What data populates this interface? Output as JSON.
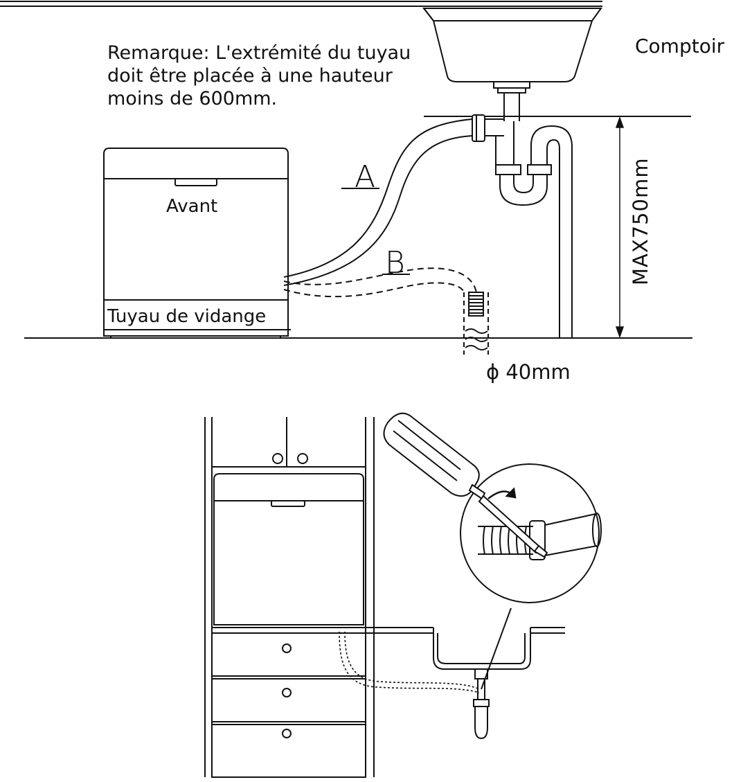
{
  "note": {
    "line1": "Remarque: L'extrémité du tuyau",
    "line2": "doit être placée à une hauteur",
    "line3": "moins de 600mm."
  },
  "labels": {
    "countertop": "Comptoir",
    "front": "Avant",
    "drain_hose": "Tuyau de vidange",
    "hose_a": "A",
    "hose_b": "B",
    "max_height": "MAX750mm",
    "pipe_diameter": "ϕ 40mm"
  },
  "colors": {
    "line": "#111111",
    "background": "#ffffff"
  }
}
